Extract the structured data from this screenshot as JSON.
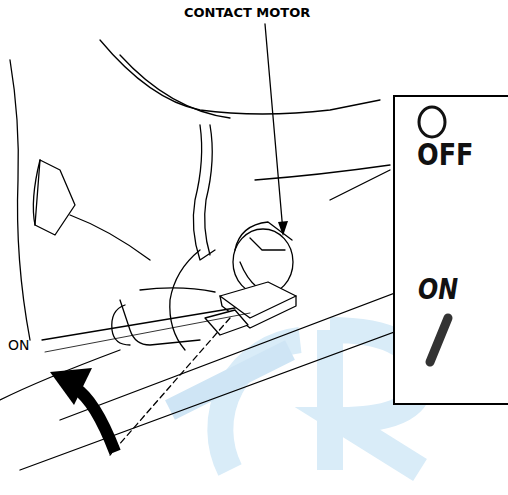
{
  "diagram": {
    "nodes": [
      {
        "text": [
          "OFF",
          "ON"
        ]
      }
    ],
    "labels": [
      "CONTACT MOTOR",
      "ON"
    ]
  }
}
